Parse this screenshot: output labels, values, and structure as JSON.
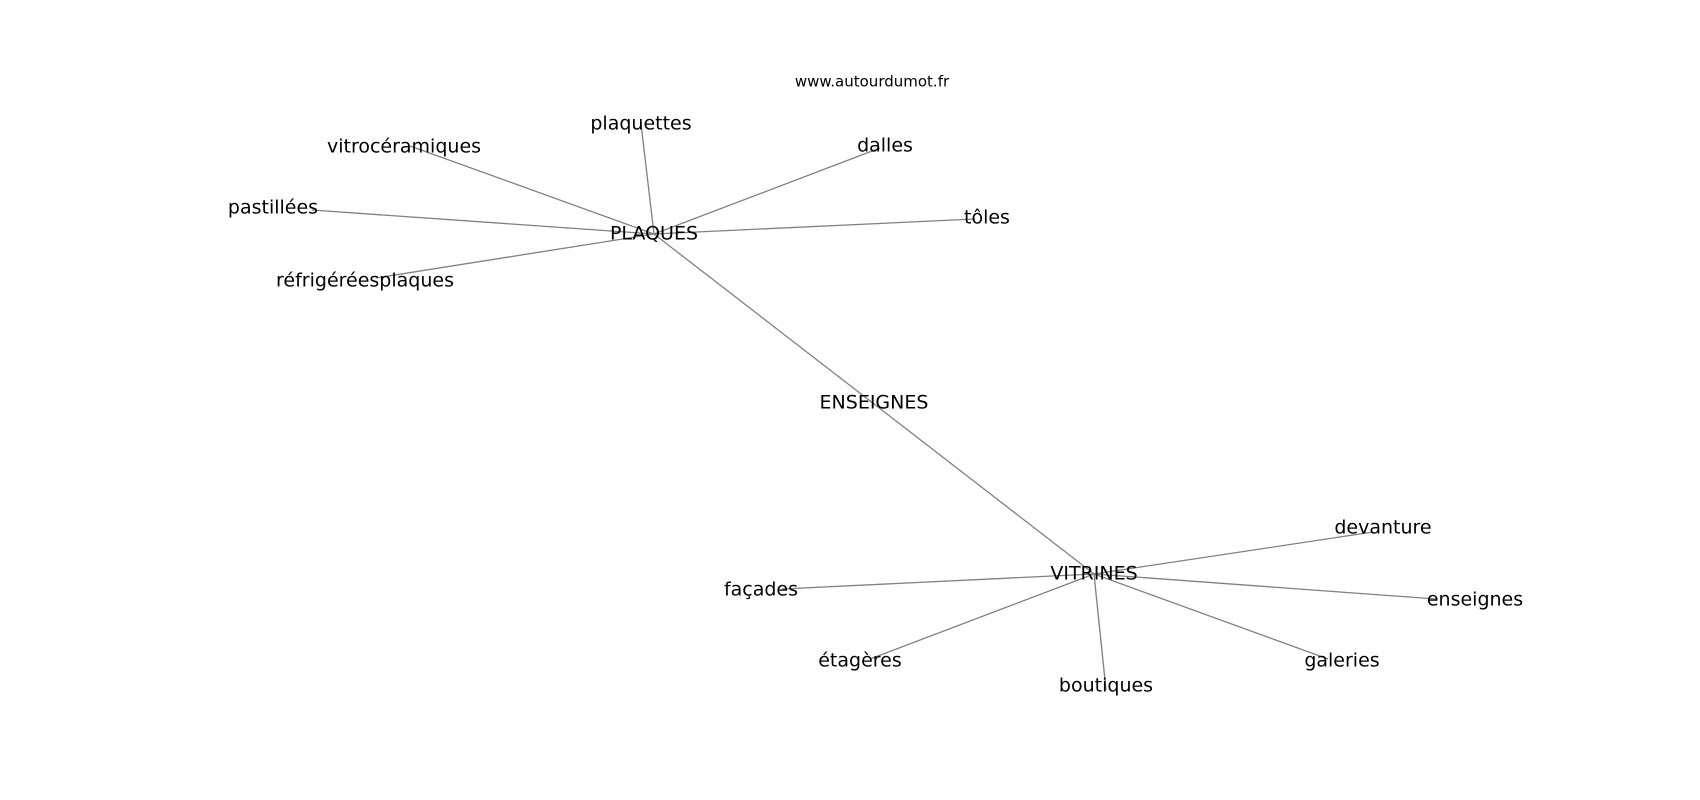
{
  "watermark": "www.autourdumot.fr",
  "nodes": [
    {
      "id": "plaques_hub",
      "label": "PLAQUES"
    },
    {
      "id": "vitrines_hub",
      "label": "VITRINES"
    },
    {
      "id": "enseignes_hub",
      "label": "ENSEIGNES"
    },
    {
      "id": "plaquettes",
      "label": "plaquettes"
    },
    {
      "id": "vitroceramiques",
      "label": "vitrocéramiques"
    },
    {
      "id": "dalles",
      "label": "dalles"
    },
    {
      "id": "pastillees",
      "label": "pastillées"
    },
    {
      "id": "toles",
      "label": "tôles"
    },
    {
      "id": "refrigereesplaques",
      "label": "réfrigéréesplaques"
    },
    {
      "id": "devanture",
      "label": "devanture"
    },
    {
      "id": "facades",
      "label": "façades"
    },
    {
      "id": "enseignes",
      "label": "enseignes"
    },
    {
      "id": "etageres",
      "label": "étagères"
    },
    {
      "id": "galeries",
      "label": "galeries"
    },
    {
      "id": "boutiques",
      "label": "boutiques"
    }
  ],
  "edges": [
    {
      "from": "plaques_hub",
      "to": "plaquettes"
    },
    {
      "from": "plaques_hub",
      "to": "vitroceramiques"
    },
    {
      "from": "plaques_hub",
      "to": "dalles"
    },
    {
      "from": "plaques_hub",
      "to": "pastillees"
    },
    {
      "from": "plaques_hub",
      "to": "toles"
    },
    {
      "from": "plaques_hub",
      "to": "refrigereesplaques"
    },
    {
      "from": "plaques_hub",
      "to": "vitrines_hub"
    },
    {
      "from": "vitrines_hub",
      "to": "devanture"
    },
    {
      "from": "vitrines_hub",
      "to": "facades"
    },
    {
      "from": "vitrines_hub",
      "to": "enseignes"
    },
    {
      "from": "vitrines_hub",
      "to": "etageres"
    },
    {
      "from": "vitrines_hub",
      "to": "galeries"
    },
    {
      "from": "vitrines_hub",
      "to": "boutiques"
    }
  ]
}
